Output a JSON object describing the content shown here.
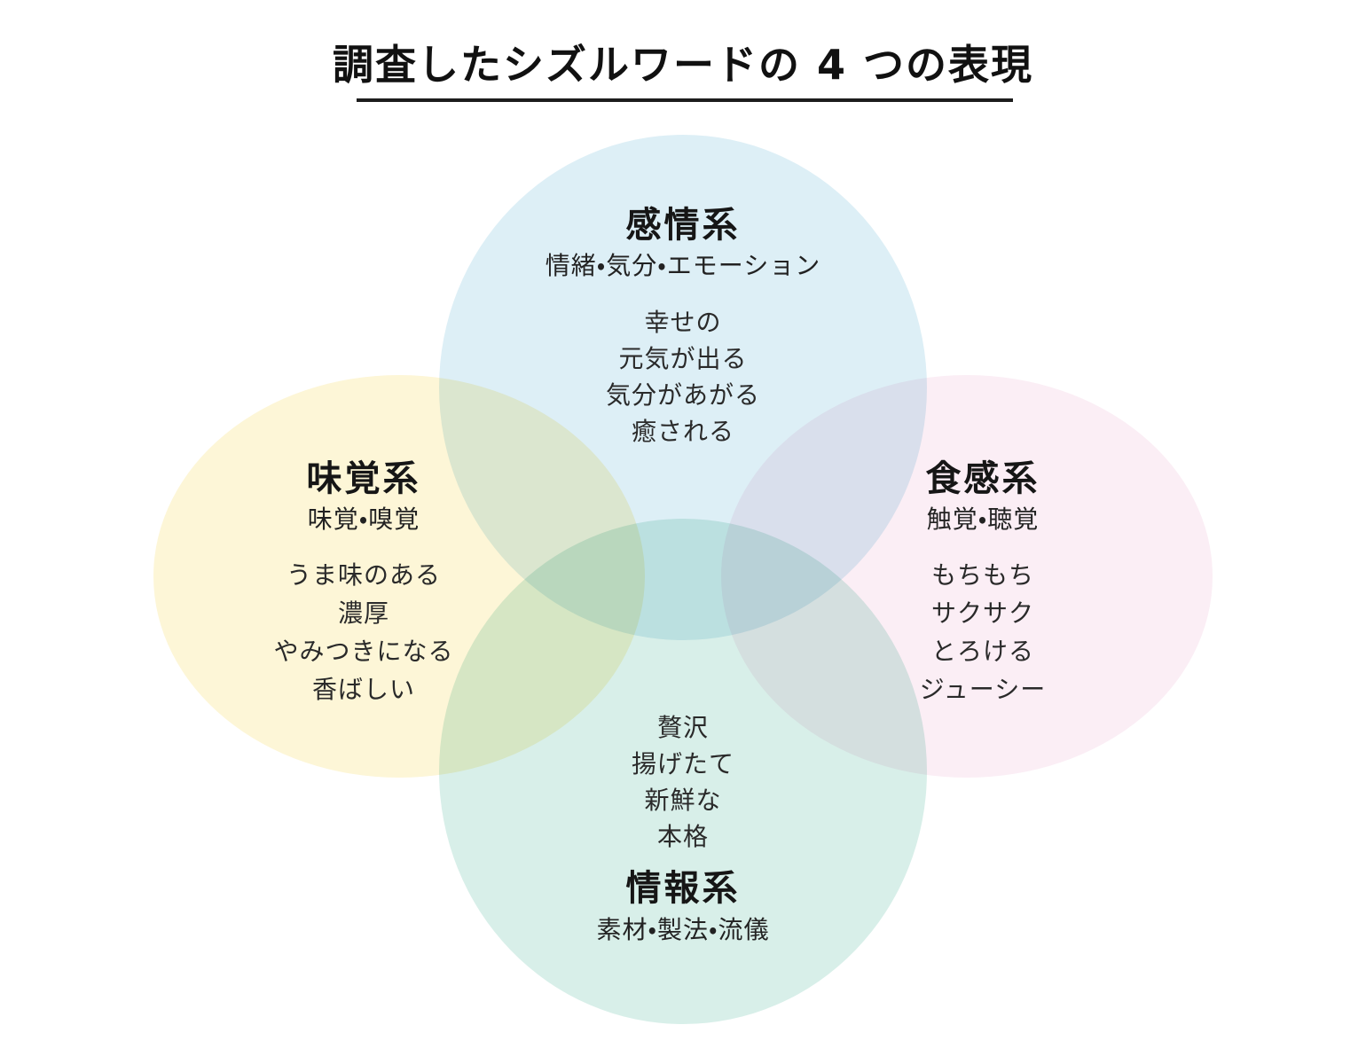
{
  "title": "調査したシズルワードの 4 つの表現",
  "groups": {
    "emotion": {
      "name": "感情系",
      "subtitle": "情緒・気分・エモーション",
      "words": [
        "幸せの",
        "元気が出る",
        "気分があがる",
        "癒される"
      ],
      "color": "#ddeff6"
    },
    "taste": {
      "name": "味覚系",
      "subtitle": "味覚・嗅覚",
      "words": [
        "うま味のある",
        "濃厚",
        "やみつきになる",
        "香ばしい"
      ],
      "color": "#fdf6d7"
    },
    "texture": {
      "name": "食感系",
      "subtitle": "触覚・聴覚",
      "words": [
        "もちもち",
        "サクサク",
        "とろける",
        "ジューシー"
      ],
      "color": "#fbeef5"
    },
    "info": {
      "name": "情報系",
      "subtitle": "素材・製法・流儀",
      "words": [
        "贅沢",
        "揚げたて",
        "新鮮な",
        "本格"
      ],
      "color": "#d8efe9"
    }
  }
}
